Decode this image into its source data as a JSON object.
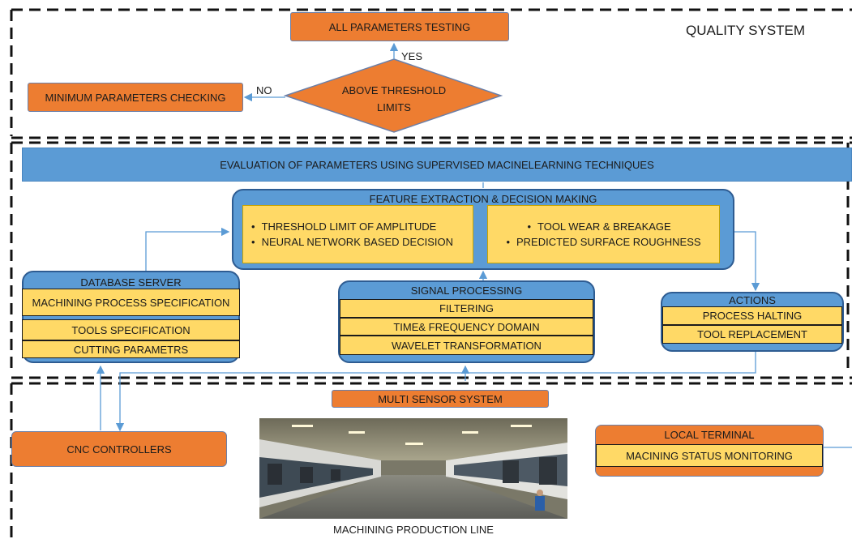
{
  "quality": {
    "title": "QUALITY SYSTEM",
    "all_params": "ALL PARAMETERS TESTING",
    "decision_line1": "ABOVE THRESHOLD",
    "decision_line2": "LIMITS",
    "yes": "YES",
    "no": "NO",
    "min_params": "MINIMUM PARAMETERS CHECKING"
  },
  "evaluation": {
    "banner": "EVALUATION OF PARAMETERS USING SUPERVISED MACINELEARNING TECHNIQUES"
  },
  "feature": {
    "title": "FEATURE EXTRACTION & DECISION MAKING",
    "left_items": [
      "THRESHOLD LIMIT OF AMPLITUDE",
      "NEURAL NETWORK BASED DECISION"
    ],
    "right_items": [
      "TOOL WEAR & BREAKAGE",
      "PREDICTED SURFACE ROUGHNESS"
    ]
  },
  "database": {
    "title": "DATABASE SERVER",
    "rows": [
      "MACHINING PROCESS SPECIFICATION",
      "TOOLS SPECIFICATION",
      "CUTTING PARAMETRS"
    ]
  },
  "signal": {
    "title": "SIGNAL PROCESSING",
    "rows": [
      "FILTERING",
      "TIME& FREQUENCY DOMAIN",
      "WAVELET TRANSFORMATION"
    ]
  },
  "actions": {
    "title": "ACTIONS",
    "rows": [
      "PROCESS HALTING",
      "TOOL REPLACEMENT"
    ]
  },
  "bottom": {
    "multi_sensor": "MULTI SENSOR SYSTEM",
    "cnc": "CNC CONTROLLERS",
    "local_terminal": "LOCAL TERMINAL",
    "status_monitoring": "MACINING STATUS MONITORING",
    "production_line": "MACHINING PRODUCTION LINE"
  },
  "colors": {
    "orange": "#ed7d31",
    "blue": "#5b9bd5",
    "yellow": "#ffd966",
    "arrow": "#5b9bd5"
  }
}
